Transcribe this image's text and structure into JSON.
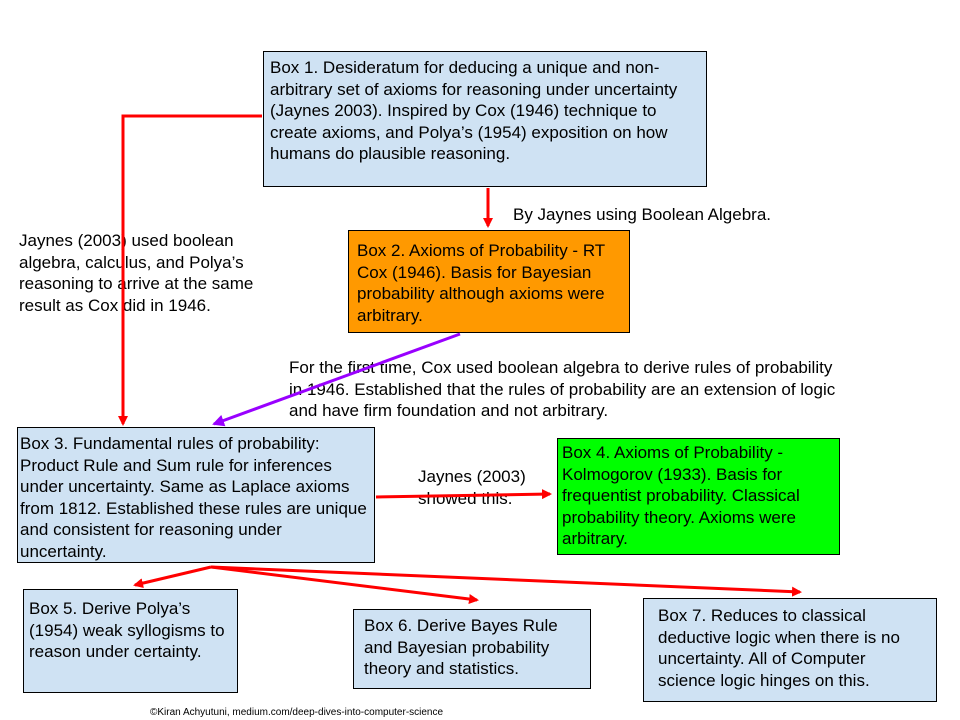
{
  "colors": {
    "box_blue": "#cfe2f3",
    "box_orange": "#ff9900",
    "box_green": "#00ff00",
    "arrow_red": "#ff0000",
    "arrow_purple": "#9900ff",
    "border": "#000000"
  },
  "boxes": {
    "box1": "Box 1. Desideratum for deducing a unique and non-arbitrary set of axioms for reasoning under uncertainty (Jaynes 2003). Inspired by Cox (1946) technique to create axioms, and Polya’s (1954) exposition on how humans do plausible reasoning.",
    "box2": "Box 2. Axioms of Probability - RT Cox (1946). Basis for Bayesian probability although axioms were arbitrary.",
    "box3": "Box 3. Fundamental rules of probability: Product Rule and Sum rule for inferences under uncertainty. Same as Laplace axioms from 1812. Established these rules are unique and consistent for reasoning under uncertainty.",
    "box4": "Box 4. Axioms of Probability - Kolmogorov (1933). Basis for frequentist probability. Classical probability theory. Axioms were arbitrary.",
    "box5": "Box 5. Derive Polya’s (1954) weak syllogisms to reason under certainty.",
    "box6": "Box 6. Derive Bayes Rule and Bayesian probability theory and statistics.",
    "box7": "Box 7. Reduces to classical deductive logic when there is no uncertainty. All of Computer science logic hinges on this."
  },
  "labels": {
    "boolean": "By Jaynes using Boolean Algebra.",
    "jaynes_left": "Jaynes (2003) used boolean algebra, calculus, and Polya’s reasoning to arrive at the same result as Cox did in 1946.",
    "cox_first": "For the first time, Cox used boolean algebra to derive rules of probability in 1946. Established that the rules of probability are an extension of logic and have firm foundation and not arbitrary.",
    "jaynes_showed": "Jaynes (2003) showed this.",
    "credit": "©Kiran Achyutuni, medium.com/deep-dives-into-computer-science"
  }
}
